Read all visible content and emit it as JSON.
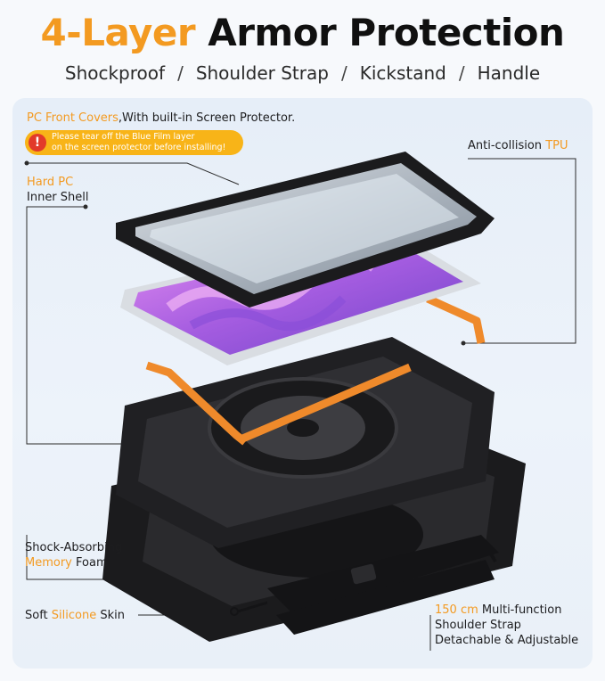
{
  "header": {
    "title_accent": "4-Layer",
    "title_main": "Armor Protection",
    "features": [
      "Shockproof",
      "Shoulder Strap",
      "Kickstand",
      "Handle"
    ],
    "separator": "/"
  },
  "labels": {
    "pc_front_accent": "PC Front Covers",
    "pc_front_rest": ",With built-in Screen Protector.",
    "warning_line1": "Please tear off the Blue Film layer",
    "warning_line2": "on the screen protector before installing!",
    "warning_icon_glyph": "!",
    "tpu_text": "Anti-collision ",
    "tpu_accent": "TPU",
    "hard_pc_accent": "Hard PC",
    "hard_pc_rest": "Inner Shell",
    "foam_line1": "Shock-Absorbing",
    "foam_accent": "Memory",
    "foam_rest": " Foam",
    "silicone_pre": "Soft ",
    "silicone_accent": "Silicone",
    "silicone_post": " Skin",
    "strap_accent": "150 cm",
    "strap_rest": " Multi-function",
    "strap_line2": "Shoulder Strap",
    "strap_line3": "Detachable & Adjustable"
  },
  "colors": {
    "accent": "#f39a21",
    "warning_bg": "#f8b418",
    "warning_icon": "#e23a2a",
    "case_black": "#1b1b1d",
    "tpu_orange": "#ef8a2b",
    "screen_purple": "#b86ce8"
  },
  "icons": {
    "warning": "exclamation-circle-icon"
  }
}
